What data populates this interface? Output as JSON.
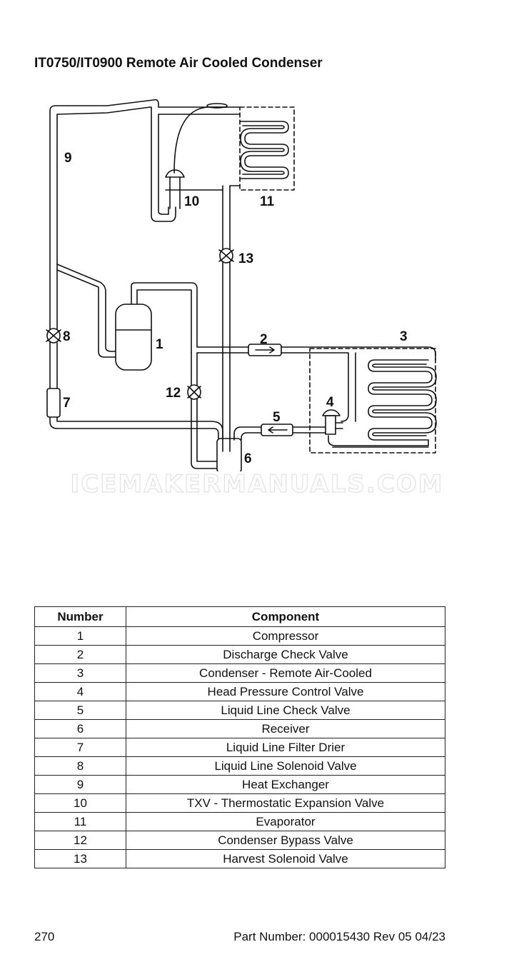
{
  "title": "IT0750/IT0900 Remote Air Cooled Condenser",
  "watermark": "ICEMAKERMANUALS.COM",
  "diagram_labels": {
    "n1": "1",
    "n2": "2",
    "n3": "3",
    "n4": "4",
    "n5": "5",
    "n6": "6",
    "n7": "7",
    "n8": "8",
    "n9": "9",
    "n10": "10",
    "n11": "11",
    "n12": "12",
    "n13": "13"
  },
  "table": {
    "headers": {
      "number": "Number",
      "component": "Component"
    },
    "rows": [
      {
        "number": "1",
        "component": "Compressor"
      },
      {
        "number": "2",
        "component": "Discharge Check Valve"
      },
      {
        "number": "3",
        "component": "Condenser - Remote Air-Cooled"
      },
      {
        "number": "4",
        "component": "Head Pressure Control Valve"
      },
      {
        "number": "5",
        "component": "Liquid Line Check Valve"
      },
      {
        "number": "6",
        "component": "Receiver"
      },
      {
        "number": "7",
        "component": "Liquid Line Filter Drier"
      },
      {
        "number": "8",
        "component": "Liquid Line Solenoid Valve"
      },
      {
        "number": "9",
        "component": "Heat Exchanger"
      },
      {
        "number": "10",
        "component": "TXV - Thermostatic Expansion Valve"
      },
      {
        "number": "11",
        "component": "Evaporator"
      },
      {
        "number": "12",
        "component": "Condenser Bypass Valve"
      },
      {
        "number": "13",
        "component": "Harvest Solenoid Valve"
      }
    ]
  },
  "footer": {
    "page_number": "270",
    "part_number": "Part Number: 000015430 Rev 05 04/23"
  }
}
